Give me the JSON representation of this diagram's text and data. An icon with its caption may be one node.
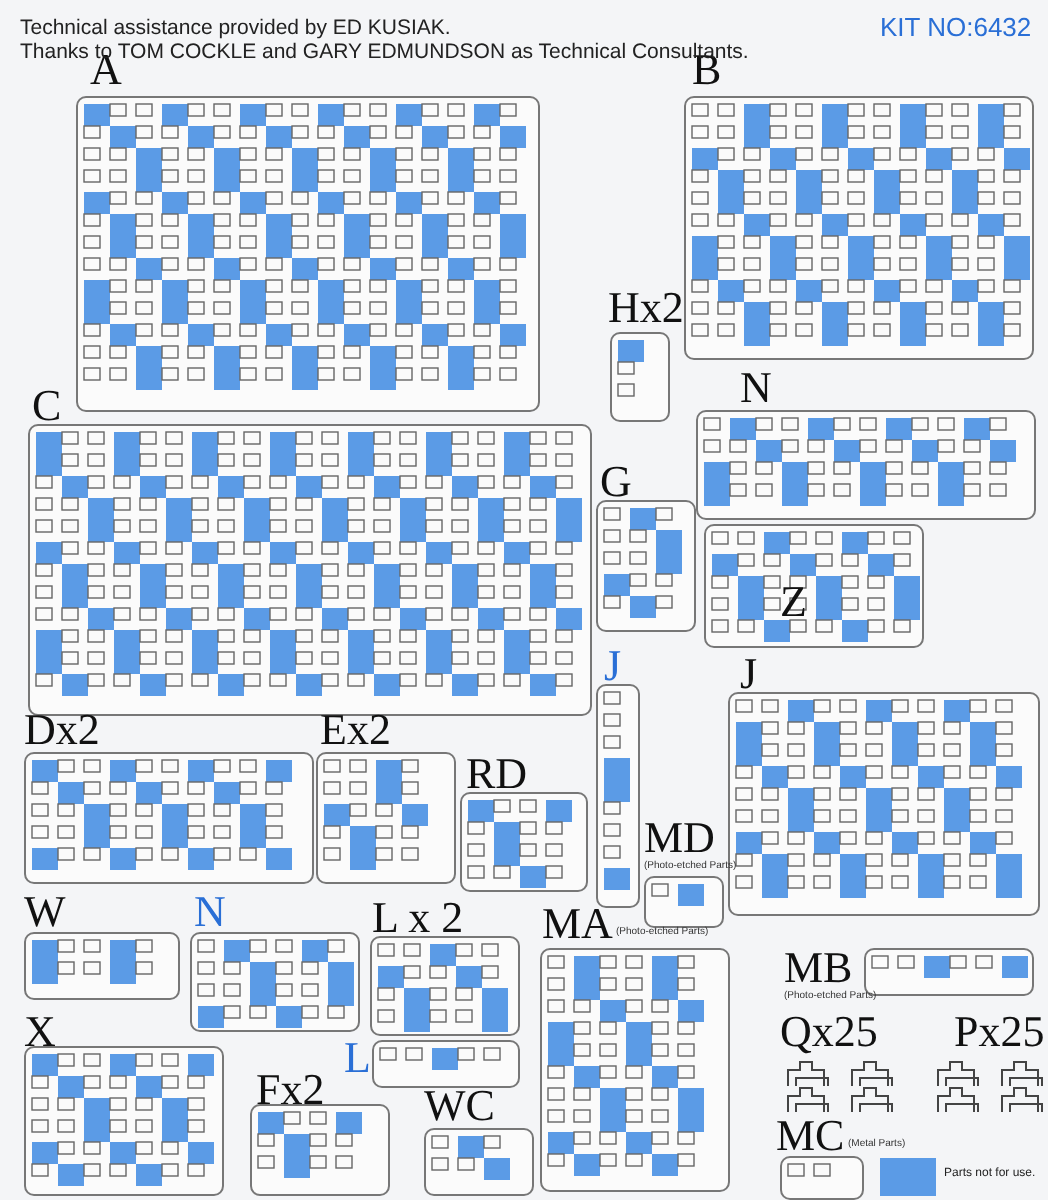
{
  "diagram": {
    "nodes": [
      {
        "text": [
          "A"
        ]
      },
      {
        "text": [
          "B"
        ]
      },
      {
        "text": [
          "Hx2"
        ]
      },
      {
        "text": [
          "N"
        ]
      },
      {
        "text": [
          "C"
        ]
      },
      {
        "text": [
          "G"
        ]
      },
      {
        "text": [
          "Z"
        ]
      },
      {
        "text": [
          "J"
        ]
      },
      {
        "text": [
          "J"
        ]
      },
      {
        "text": [
          "Dx2"
        ]
      },
      {
        "text": [
          "Ex2"
        ]
      },
      {
        "text": [
          "RD"
        ]
      },
      {
        "text": [
          "MD",
          "(Photo-etched Parts)"
        ]
      },
      {
        "text": [
          "W"
        ]
      },
      {
        "text": [
          "N"
        ]
      },
      {
        "text": [
          "L x 2"
        ]
      },
      {
        "text": [
          "MA",
          "(Photo-etched Parts)"
        ]
      },
      {
        "text": [
          "MB",
          "(Photo-etched Parts)"
        ]
      },
      {
        "text": [
          "X"
        ]
      },
      {
        "text": [
          "L"
        ]
      },
      {
        "text": [
          "Fx2"
        ]
      },
      {
        "text": [
          "WC"
        ]
      },
      {
        "text": [
          "Qx25"
        ]
      },
      {
        "text": [
          "Px25"
        ]
      },
      {
        "text": [
          "MC",
          "(Metal Parts)"
        ]
      }
    ],
    "edges": [],
    "labels": [
      "Technical assistance provided by ED KUSIAK.",
      "Thanks to TOM COCKLE and GARY EDMUNDSON as Technical Consultants.",
      "KIT NO:6432"
    ],
    "legend": [
      {
        "text": "Parts not for use.",
        "color": "#5b9be6"
      }
    ]
  }
}
